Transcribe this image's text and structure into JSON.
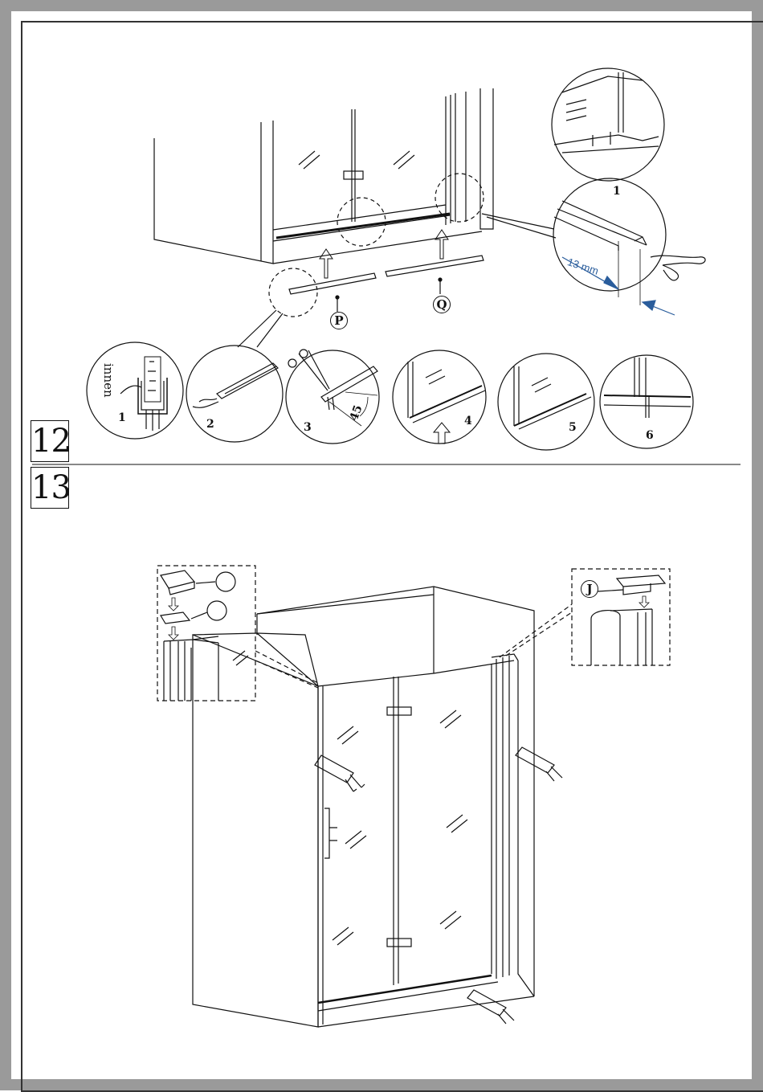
{
  "steps": {
    "step12": "12",
    "step13": "13"
  },
  "sub_steps": [
    "1",
    "2",
    "3",
    "4",
    "5",
    "6"
  ],
  "detail_label": "1",
  "inside_label": "innen",
  "angle_label": "45",
  "dimension_label": "13 mm",
  "parts": {
    "p": "P",
    "q": "Q",
    "j": "J"
  },
  "colors": {
    "line": "#111111",
    "frame": "#9a9a9a",
    "dimension": "#2a5d9c"
  }
}
